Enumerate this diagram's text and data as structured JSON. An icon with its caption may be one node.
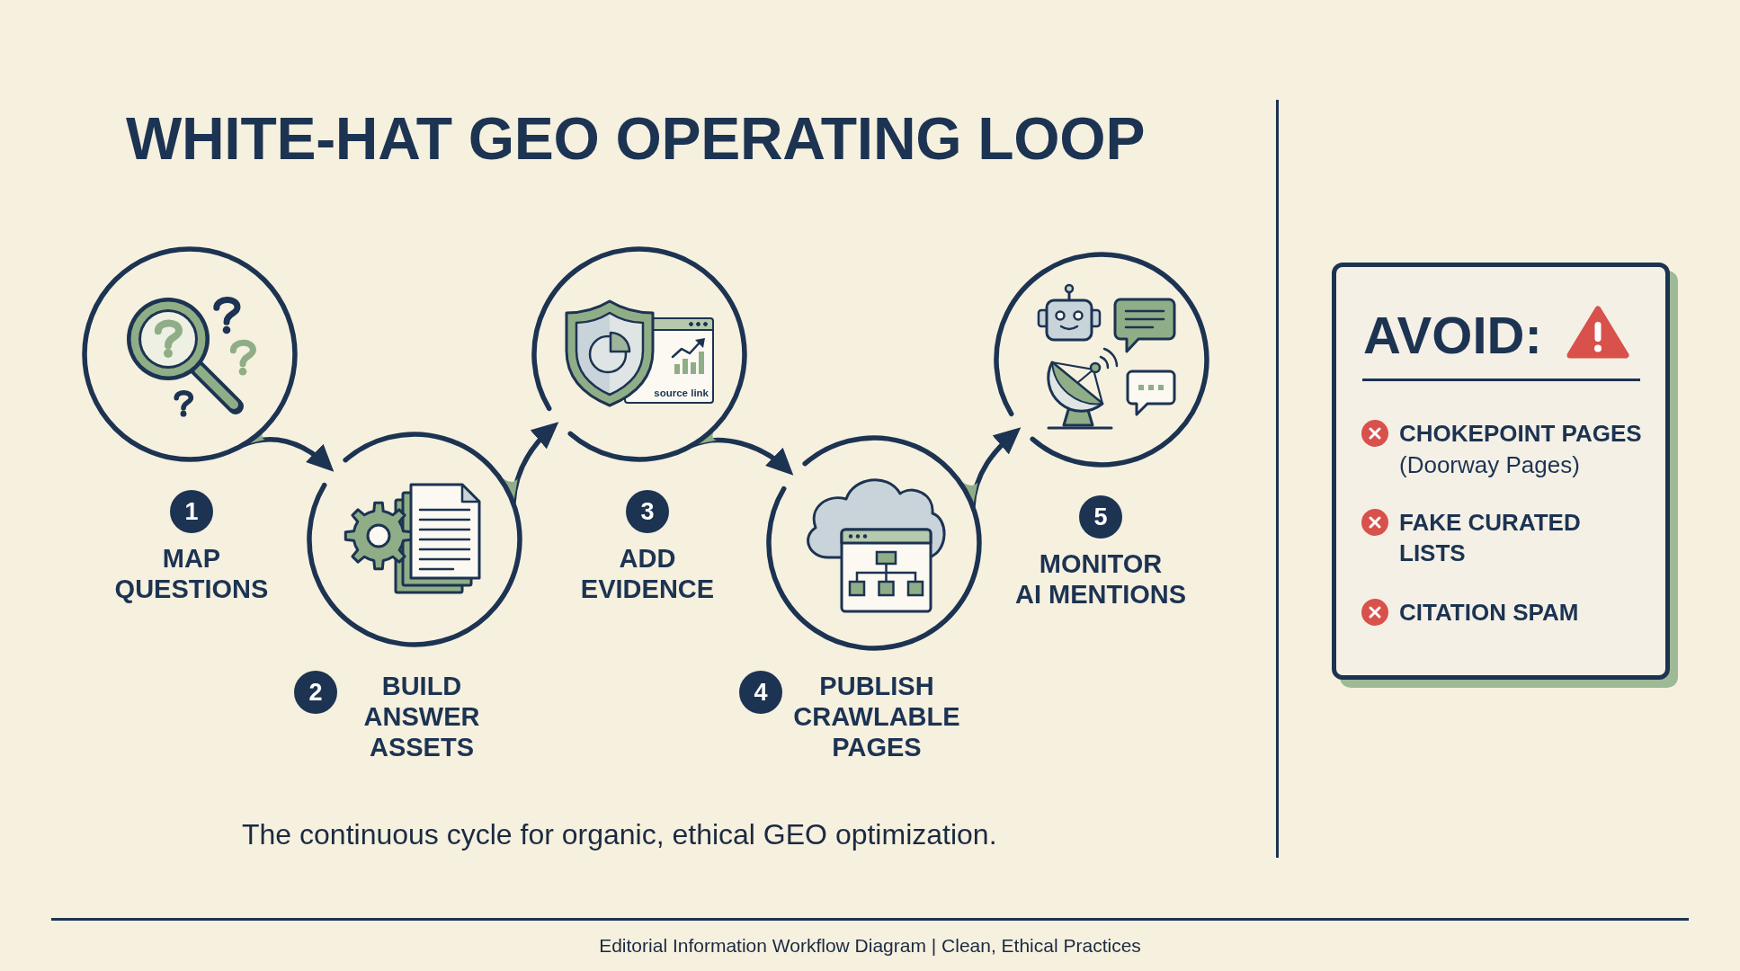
{
  "diagram": {
    "title": "WHITE-HAT GEO OPERATING LOOP",
    "caption": "The continuous cycle for organic, ethical GEO optimization.",
    "nodes": [
      {
        "text": [],
        "shape": "circle",
        "beside": [
          "1",
          "MAP QUESTIONS"
        ]
      },
      {
        "text": [],
        "shape": "circle",
        "beside": [
          "2",
          "BUILD ANSWER ASSETS"
        ]
      },
      {
        "text": [],
        "shape": "circle",
        "beside": [
          "3",
          "ADD EVIDENCE"
        ]
      },
      {
        "text": [],
        "shape": "circle",
        "beside": [
          "4",
          "PUBLISH CRAWLABLE PAGES"
        ]
      },
      {
        "text": [],
        "shape": "circle",
        "beside": [
          "5",
          "MONITOR AI MENTIONS"
        ]
      },
      {
        "text": [
          "AVOID:",
          "CHOKEPOINT PAGES",
          "(Doorway Pages)",
          "FAKE CURATED LISTS",
          "CITATION SPAM"
        ]
      }
    ],
    "edges": [
      {
        "from": 0,
        "to": 1,
        "arrow": "to"
      },
      {
        "from": 1,
        "to": 2,
        "arrow": "to"
      },
      {
        "from": 2,
        "to": 3,
        "arrow": "to"
      },
      {
        "from": 3,
        "to": 4,
        "arrow": "to"
      }
    ],
    "labels": [
      "source link",
      "Editorial Information Workflow Diagram | Clean, Ethical Practices"
    ]
  }
}
